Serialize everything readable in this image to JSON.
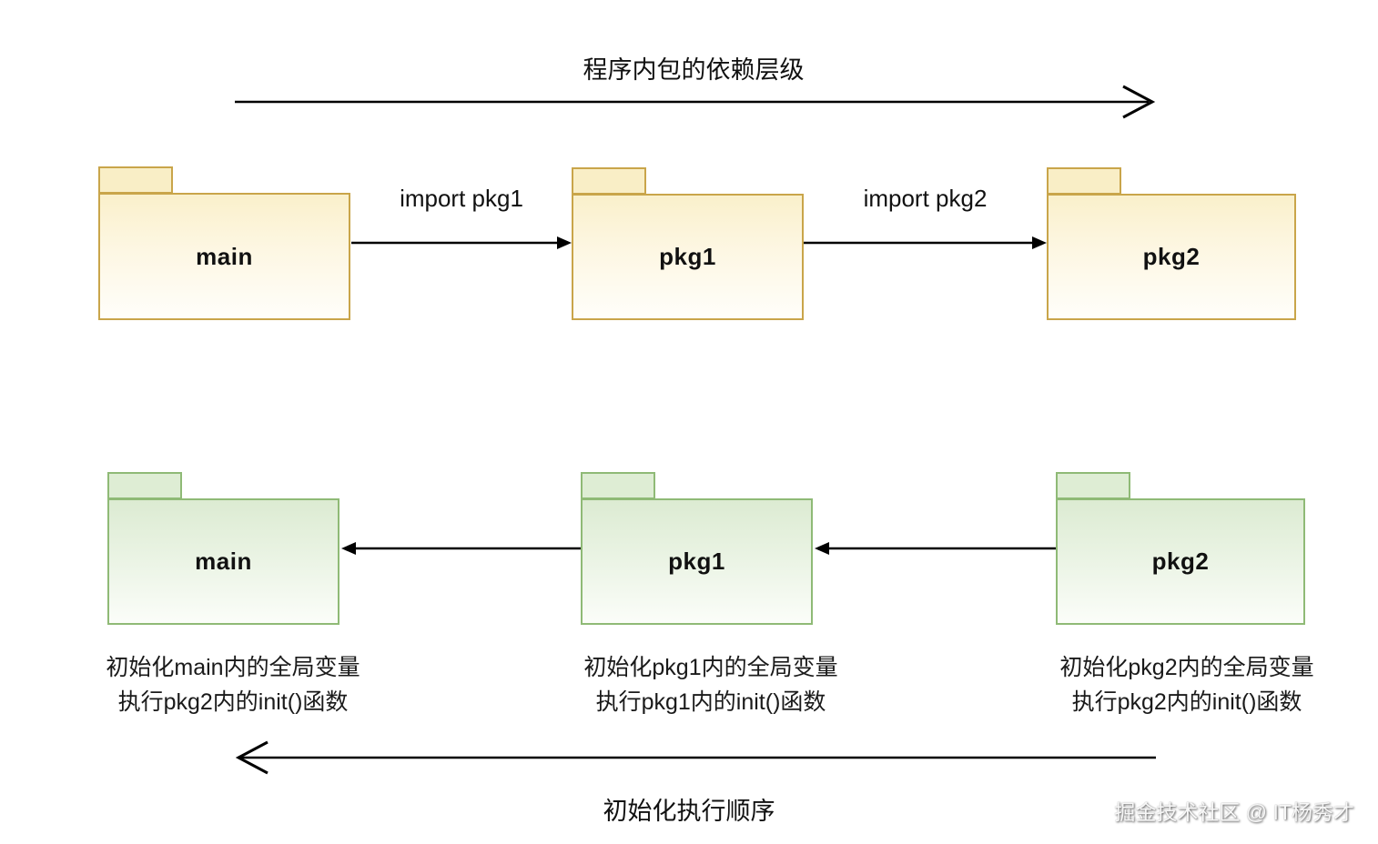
{
  "diagram": {
    "top_title": "程序内包的依赖层级",
    "bottom_title": "初始化执行顺序",
    "watermark": "掘金技术社区 @ IT杨秀才",
    "dependency_row": {
      "packages": [
        {
          "label": "main"
        },
        {
          "label": "pkg1"
        },
        {
          "label": "pkg2"
        }
      ],
      "arrows": [
        {
          "label": "import pkg1"
        },
        {
          "label": "import pkg2"
        }
      ]
    },
    "init_row": {
      "packages": [
        {
          "label": "main",
          "note_line1": "初始化main内的全局变量",
          "note_line2": "执行pkg2内的init()函数"
        },
        {
          "label": "pkg1",
          "note_line1": "初始化pkg1内的全局变量",
          "note_line2": "执行pkg1内的init()函数"
        },
        {
          "label": "pkg2",
          "note_line1": "初始化pkg2内的全局变量",
          "note_line2": "执行pkg2内的init()函数"
        }
      ]
    },
    "colors": {
      "yellow_border": "#c9a54a",
      "yellow_fill": "#faf0cb",
      "green_border": "#8fba76",
      "green_fill": "#dcebd2",
      "arrow": "#000000",
      "text": "#111111"
    }
  }
}
